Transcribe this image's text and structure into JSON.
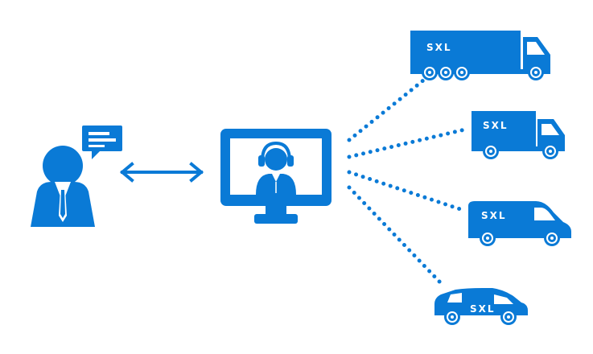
{
  "colors": {
    "accent": "#0a7ad6",
    "background": "#ffffff",
    "icon_detail": "#ffffff"
  },
  "icons": {
    "person": "businessman-icon",
    "speech": "speech-bubble-icon",
    "arrow": "double-arrow-icon",
    "monitor": "monitor-icon",
    "operator": "headset-operator-icon",
    "truck_large": "semi-truck-icon",
    "truck_small": "box-truck-icon",
    "van": "van-icon",
    "car": "car-icon"
  },
  "vehicles": [
    {
      "id": "semi-truck",
      "brand": "SXL"
    },
    {
      "id": "box-truck",
      "brand": "SXL"
    },
    {
      "id": "van",
      "brand": "SXL"
    },
    {
      "id": "car",
      "brand": "SXL"
    }
  ]
}
